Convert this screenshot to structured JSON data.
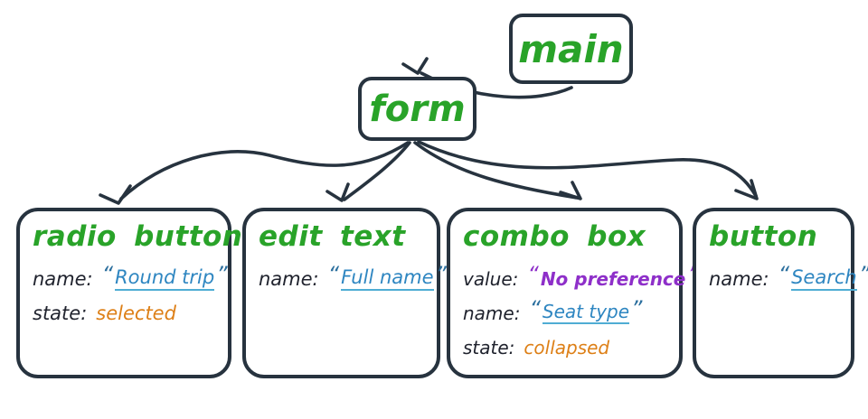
{
  "colors": {
    "ink": "#27333f",
    "green": "#29a329",
    "blue": "#2e86c1",
    "purple": "#8e2fc9",
    "orange": "#dd7f16",
    "label": "#20232e",
    "underline": "#4fadd4",
    "quoteblue": "#2b6f9e",
    "bg": "#ffffff"
  },
  "punct": {
    "open_quote": "“",
    "close_quote": "”"
  },
  "nodes": {
    "main": {
      "label": "main"
    },
    "form": {
      "label": "form"
    },
    "radio_button": {
      "title": "radio button",
      "rows": [
        {
          "key": "name:",
          "value": "Round trip"
        },
        {
          "key": "state:",
          "value": "selected"
        }
      ]
    },
    "edit_text": {
      "title": "edit text",
      "rows": [
        {
          "key": "name:",
          "value": "Full name"
        }
      ]
    },
    "combo_box": {
      "title": "combo box",
      "rows": [
        {
          "key": "value:",
          "value": "No preference"
        },
        {
          "key": "name:",
          "value": "Seat type"
        },
        {
          "key": "state:",
          "value": "collapsed"
        }
      ]
    },
    "button": {
      "title": "button",
      "rows": [
        {
          "key": "name:",
          "value": "Search"
        }
      ]
    }
  },
  "edges": [
    {
      "from": "main",
      "to": "form"
    },
    {
      "from": "form",
      "to": "radio button"
    },
    {
      "from": "form",
      "to": "edit text"
    },
    {
      "from": "form",
      "to": "combo box"
    },
    {
      "from": "form",
      "to": "button"
    }
  ]
}
